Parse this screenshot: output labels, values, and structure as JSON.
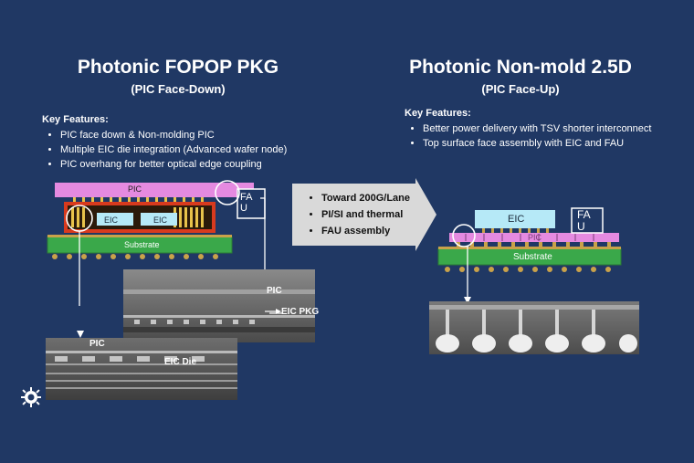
{
  "left": {
    "title": "Photonic FOPOP PKG",
    "subtitle": "(PIC Face-Down)",
    "key_features_heading": "Key Features:",
    "features": [
      "PIC face down & Non-molding PIC",
      "Multiple EIC die integration (Advanced wafer node)",
      "PIC overhang for better optical edge coupling"
    ],
    "diagram": {
      "pic_label": "PIC",
      "fau_label": "FA\nU",
      "eic_labels": [
        "EIC",
        "EIC"
      ],
      "substrate_label": "Substrate"
    },
    "sem_upper": {
      "pic_label": "PIC",
      "eic_pkg_label": "EIC PKG"
    },
    "sem_lower": {
      "pic_label": "PIC",
      "eic_die_label": "EIC Die"
    }
  },
  "middle": {
    "callouts": [
      "Toward 200G/Lane",
      "PI/SI and thermal",
      "FAU assembly"
    ]
  },
  "right": {
    "title": "Photonic Non-mold 2.5D",
    "subtitle": "(PIC Face-Up)",
    "key_features_heading": "Key Features:",
    "features": [
      "Better power delivery with TSV shorter interconnect",
      "Top surface face assembly with EIC and FAU"
    ],
    "diagram": {
      "eic_label": "EIC",
      "fau_label": "FA\nU",
      "pic_label": "PIC",
      "substrate_label": "Substrate"
    }
  },
  "colors": {
    "background": "#203864",
    "pic": "#e58ae0",
    "substrate": "#3aa84a",
    "eic": "#b6e9f7",
    "arrow": "#d9d9d9",
    "underfill_red": "#d83a1e"
  },
  "icons": {
    "corner_logo": "gear-logo-icon"
  }
}
